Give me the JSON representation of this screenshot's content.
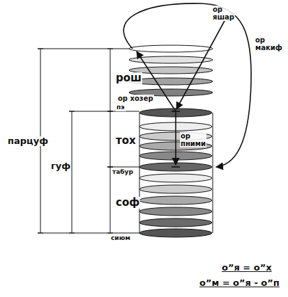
{
  "diagram": {
    "labels": [
      "ор яшар",
      "ор макиф",
      "рош",
      "пэ",
      "ор хозер",
      "тох",
      "ор пними",
      "табур",
      "парцуф",
      "гуф",
      "соф",
      "сиюм",
      "о”я = о”х",
      "о”м = о”я - о”п"
    ]
  }
}
